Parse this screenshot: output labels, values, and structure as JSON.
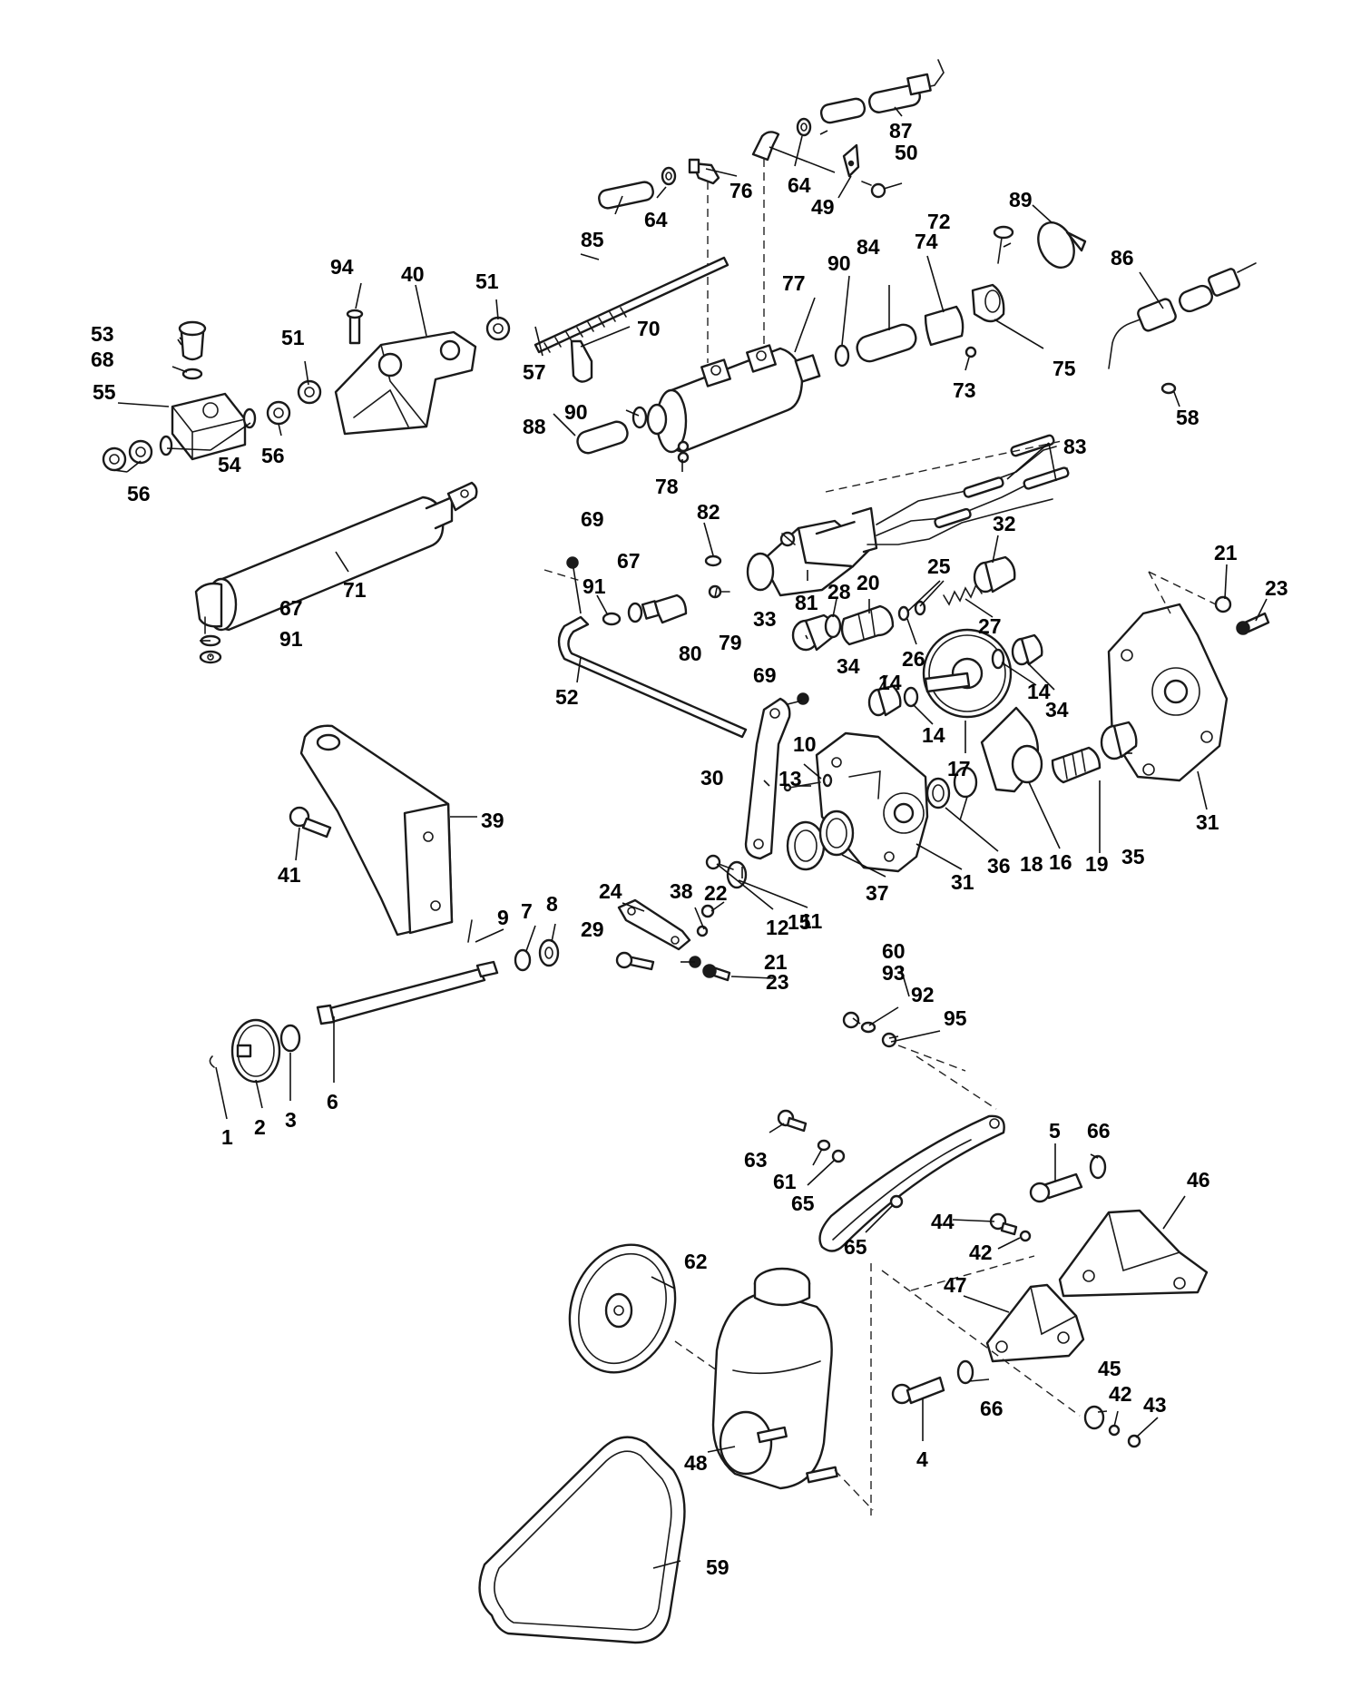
{
  "diagram": {
    "style": "exploded-parts-view",
    "colors": {
      "ink": "#1a1a1a",
      "background": "#ffffff",
      "part_shade": "#f2f2f2"
    },
    "callouts": [
      {
        "id": "c1",
        "text": "1"
      },
      {
        "id": "c2",
        "text": "2"
      },
      {
        "id": "c3",
        "text": "3"
      },
      {
        "id": "c4",
        "text": "4"
      },
      {
        "id": "c5",
        "text": "5"
      },
      {
        "id": "c6",
        "text": "6"
      },
      {
        "id": "c7",
        "text": "7"
      },
      {
        "id": "c8",
        "text": "8"
      },
      {
        "id": "c9",
        "text": "9"
      },
      {
        "id": "c10",
        "text": "10"
      },
      {
        "id": "c11",
        "text": "11"
      },
      {
        "id": "c12",
        "text": "12"
      },
      {
        "id": "c13",
        "text": "13"
      },
      {
        "id": "c14a",
        "text": "14"
      },
      {
        "id": "c14b",
        "text": "14"
      },
      {
        "id": "c14c",
        "text": "14"
      },
      {
        "id": "c15",
        "text": "15"
      },
      {
        "id": "c16",
        "text": "16"
      },
      {
        "id": "c17",
        "text": "17"
      },
      {
        "id": "c18",
        "text": "18"
      },
      {
        "id": "c19",
        "text": "19"
      },
      {
        "id": "c20",
        "text": "20"
      },
      {
        "id": "c21a",
        "text": "21"
      },
      {
        "id": "c21b",
        "text": "21"
      },
      {
        "id": "c22",
        "text": "22"
      },
      {
        "id": "c23a",
        "text": "23"
      },
      {
        "id": "c23b",
        "text": "23"
      },
      {
        "id": "c24",
        "text": "24"
      },
      {
        "id": "c25",
        "text": "25"
      },
      {
        "id": "c26",
        "text": "26"
      },
      {
        "id": "c27",
        "text": "27"
      },
      {
        "id": "c28",
        "text": "28"
      },
      {
        "id": "c29",
        "text": "29"
      },
      {
        "id": "c30",
        "text": "30"
      },
      {
        "id": "c31a",
        "text": "31"
      },
      {
        "id": "c31b",
        "text": "31"
      },
      {
        "id": "c32",
        "text": "32"
      },
      {
        "id": "c33",
        "text": "33"
      },
      {
        "id": "c34a",
        "text": "34"
      },
      {
        "id": "c34b",
        "text": "34"
      },
      {
        "id": "c35",
        "text": "35"
      },
      {
        "id": "c36",
        "text": "36"
      },
      {
        "id": "c37",
        "text": "37"
      },
      {
        "id": "c38",
        "text": "38"
      },
      {
        "id": "c39",
        "text": "39"
      },
      {
        "id": "c40",
        "text": "40"
      },
      {
        "id": "c41",
        "text": "41"
      },
      {
        "id": "c42a",
        "text": "42"
      },
      {
        "id": "c42b",
        "text": "42"
      },
      {
        "id": "c43",
        "text": "43"
      },
      {
        "id": "c44",
        "text": "44"
      },
      {
        "id": "c45",
        "text": "45"
      },
      {
        "id": "c46",
        "text": "46"
      },
      {
        "id": "c47",
        "text": "47"
      },
      {
        "id": "c48",
        "text": "48"
      },
      {
        "id": "c49",
        "text": "49"
      },
      {
        "id": "c50",
        "text": "50"
      },
      {
        "id": "c51a",
        "text": "51"
      },
      {
        "id": "c51b",
        "text": "51"
      },
      {
        "id": "c52",
        "text": "52"
      },
      {
        "id": "c53",
        "text": "53"
      },
      {
        "id": "c54",
        "text": "54"
      },
      {
        "id": "c55",
        "text": "55"
      },
      {
        "id": "c56a",
        "text": "56"
      },
      {
        "id": "c56b",
        "text": "56"
      },
      {
        "id": "c57",
        "text": "57"
      },
      {
        "id": "c58",
        "text": "58"
      },
      {
        "id": "c59",
        "text": "59"
      },
      {
        "id": "c60",
        "text": "60"
      },
      {
        "id": "c61",
        "text": "61"
      },
      {
        "id": "c62",
        "text": "62"
      },
      {
        "id": "c63",
        "text": "63"
      },
      {
        "id": "c64a",
        "text": "64"
      },
      {
        "id": "c64b",
        "text": "64"
      },
      {
        "id": "c65a",
        "text": "65"
      },
      {
        "id": "c65b",
        "text": "65"
      },
      {
        "id": "c66a",
        "text": "66"
      },
      {
        "id": "c66b",
        "text": "66"
      },
      {
        "id": "c67a",
        "text": "67"
      },
      {
        "id": "c67b",
        "text": "67"
      },
      {
        "id": "c68",
        "text": "68"
      },
      {
        "id": "c69a",
        "text": "69"
      },
      {
        "id": "c69b",
        "text": "69"
      },
      {
        "id": "c70",
        "text": "70"
      },
      {
        "id": "c71",
        "text": "71"
      },
      {
        "id": "c72",
        "text": "72"
      },
      {
        "id": "c73",
        "text": "73"
      },
      {
        "id": "c74",
        "text": "74"
      },
      {
        "id": "c75",
        "text": "75"
      },
      {
        "id": "c76",
        "text": "76"
      },
      {
        "id": "c77",
        "text": "77"
      },
      {
        "id": "c78",
        "text": "78"
      },
      {
        "id": "c79",
        "text": "79"
      },
      {
        "id": "c80",
        "text": "80"
      },
      {
        "id": "c81",
        "text": "81"
      },
      {
        "id": "c82",
        "text": "82"
      },
      {
        "id": "c83",
        "text": "83"
      },
      {
        "id": "c84",
        "text": "84"
      },
      {
        "id": "c85",
        "text": "85"
      },
      {
        "id": "c86",
        "text": "86"
      },
      {
        "id": "c87",
        "text": "87"
      },
      {
        "id": "c88",
        "text": "88"
      },
      {
        "id": "c89",
        "text": "89"
      },
      {
        "id": "c90a",
        "text": "90"
      },
      {
        "id": "c90b",
        "text": "90"
      },
      {
        "id": "c91a",
        "text": "91"
      },
      {
        "id": "c91b",
        "text": "91"
      },
      {
        "id": "c92",
        "text": "92"
      },
      {
        "id": "c93",
        "text": "93"
      },
      {
        "id": "c94",
        "text": "94"
      },
      {
        "id": "c95",
        "text": "95"
      }
    ]
  }
}
